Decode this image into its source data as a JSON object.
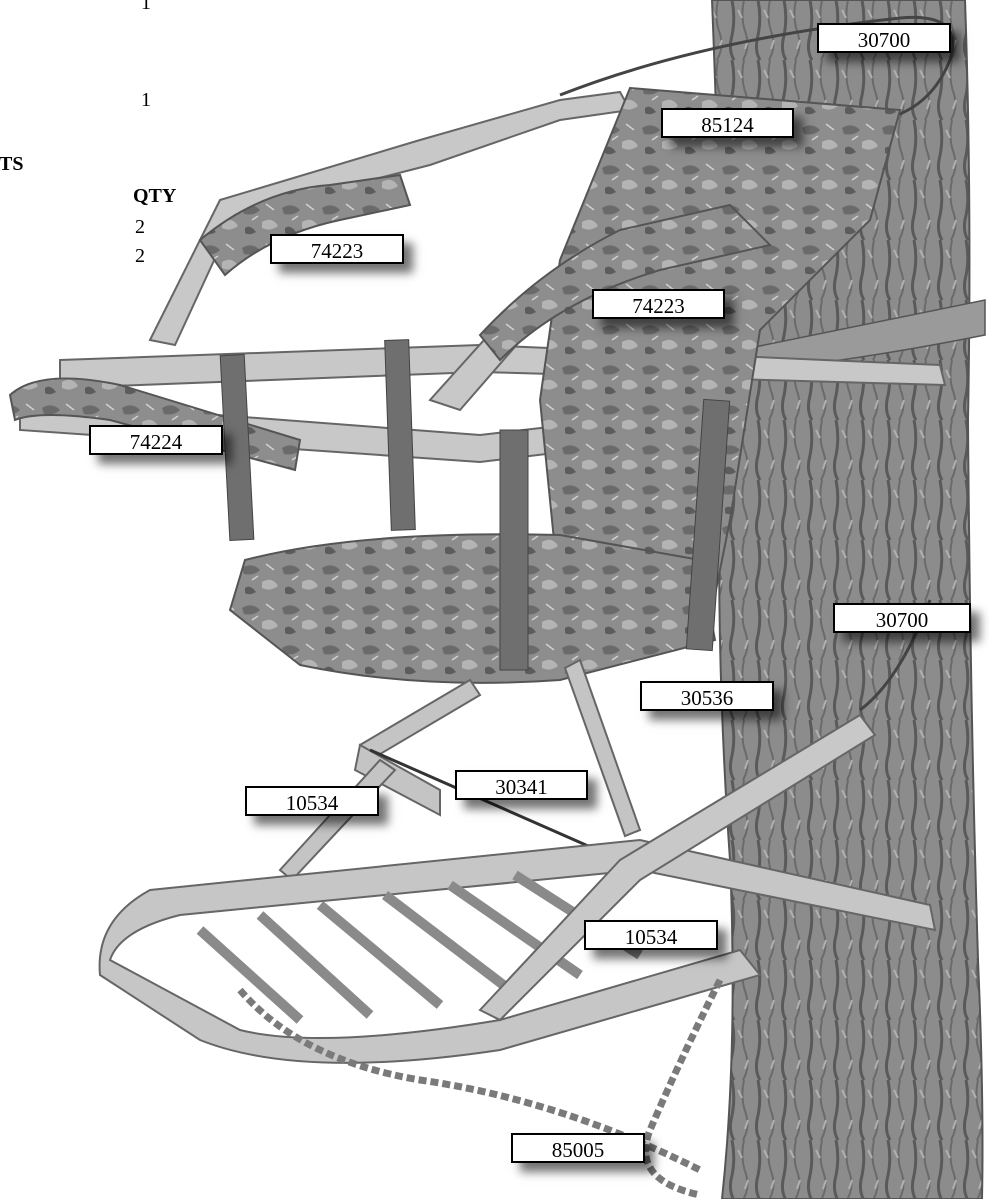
{
  "side_text": {
    "qty_1a": "1",
    "qty_1b": "1",
    "parts_heading_fragment": "TS",
    "qty_heading": "QTY",
    "qty_2a": "2",
    "qty_2b": "2"
  },
  "part_labels": [
    {
      "id": "label-30700-top",
      "text": "30700"
    },
    {
      "id": "label-85124",
      "text": "85124"
    },
    {
      "id": "label-74223-left",
      "text": "74223"
    },
    {
      "id": "label-74223-right",
      "text": "74223"
    },
    {
      "id": "label-74224",
      "text": "74224"
    },
    {
      "id": "label-30700-mid",
      "text": "30700"
    },
    {
      "id": "label-30536",
      "text": "30536"
    },
    {
      "id": "label-30341",
      "text": "30341"
    },
    {
      "id": "label-10534-left",
      "text": "10534"
    },
    {
      "id": "label-10534-bottom",
      "text": "10534"
    },
    {
      "id": "label-85005",
      "text": "85005"
    }
  ],
  "colors": {
    "tree_bark": "#8a8a8a",
    "aluminum": "#c9c9c9",
    "camo_fabric": "#8f8f8f",
    "strap": "#6e6e6e"
  }
}
